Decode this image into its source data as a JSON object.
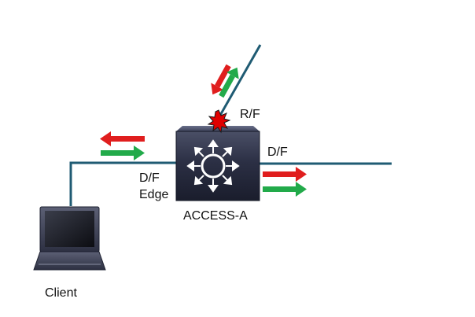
{
  "labels": {
    "client": "Client",
    "switch_name": "ACCESS-A",
    "uplink_top_port": "R/F",
    "uplink_right_port": "D/F",
    "edge_port_role": "D/F",
    "edge_port_type": "Edge"
  },
  "icons": {
    "switch": "layer3-switch-icon",
    "client": "laptop-icon",
    "event": "collision-burst-icon"
  },
  "colors": {
    "link": "#1f5b73",
    "arrow_red": "#e01e1e",
    "arrow_green": "#22aa4a",
    "burst_red": "#e00000",
    "switch_dark": "#262a3c"
  }
}
